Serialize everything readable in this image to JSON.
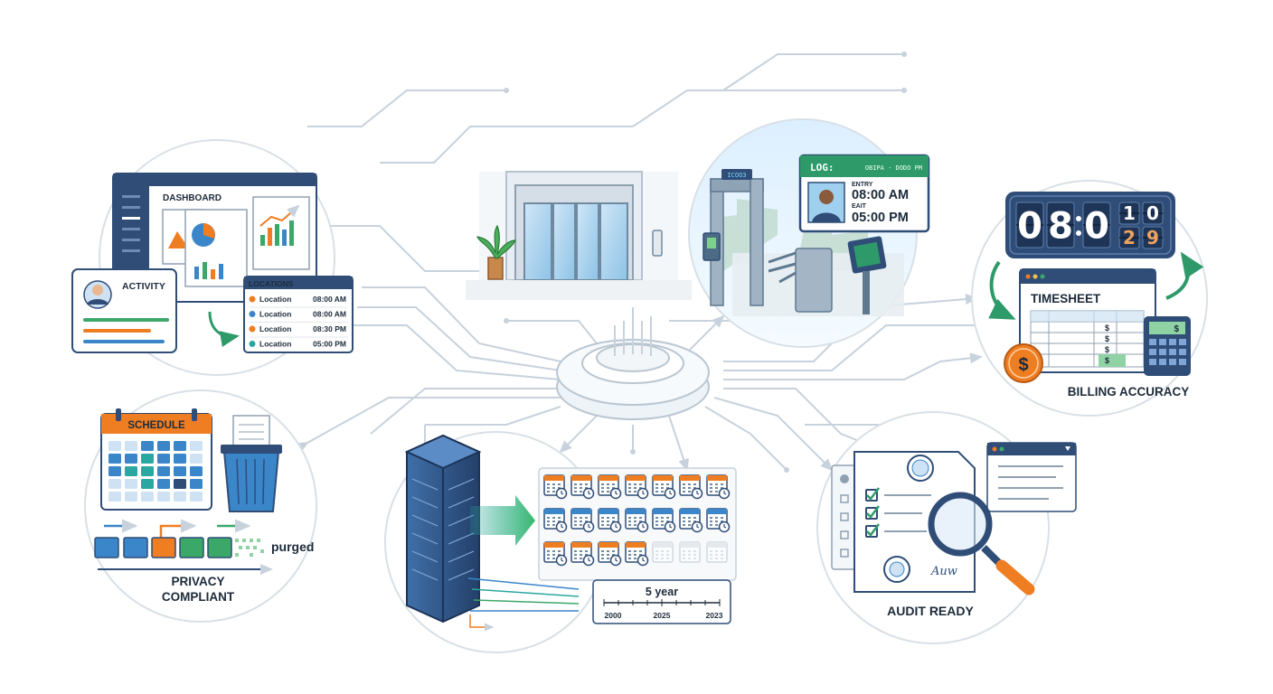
{
  "dashboard": {
    "title": "DASHBOARD",
    "activity_label": "ACTIVITY",
    "locations_title": "LOCATIONS",
    "locations": [
      {
        "label": "Location",
        "time": "08:00 AM"
      },
      {
        "label": "Location",
        "time": "08:00 AM"
      },
      {
        "label": "Location",
        "time": "08:30 PM"
      },
      {
        "label": "Location",
        "time": "05:00 PM"
      }
    ]
  },
  "access": {
    "gate_display": "ICOO3",
    "log_title": "LOG:",
    "log_header": "OBIPA · DODO PM",
    "entry_label": "ENTRY",
    "entry_time": "08:00 AM",
    "exit_label": "EAIT",
    "exit_time": "05:00 PM"
  },
  "billing": {
    "clock_digits": [
      "0",
      "8",
      "0",
      "1",
      "0",
      "2",
      "9"
    ],
    "timesheet_title": "TIMESHEET",
    "dollar_cells": [
      "$",
      "$",
      "$",
      "$"
    ],
    "calculator_display": "$",
    "coin_symbol": "$",
    "caption": "BILLING ACCURACY"
  },
  "privacy": {
    "schedule_title": "SCHEDULE",
    "purged_label": "purged",
    "caption_line1": "PRIVACY",
    "caption_line2": "COMPLIANT"
  },
  "retention": {
    "period_label": "5 year",
    "years": [
      "2000",
      "2025",
      "2023"
    ]
  },
  "audit": {
    "signature": "Auw",
    "caption": "AUDIT READY"
  },
  "colors": {
    "navy": "#2f4d77",
    "blue": "#3a86c8",
    "orange": "#ef7d22",
    "green": "#3ba86a",
    "line": "#c7d2dc"
  }
}
